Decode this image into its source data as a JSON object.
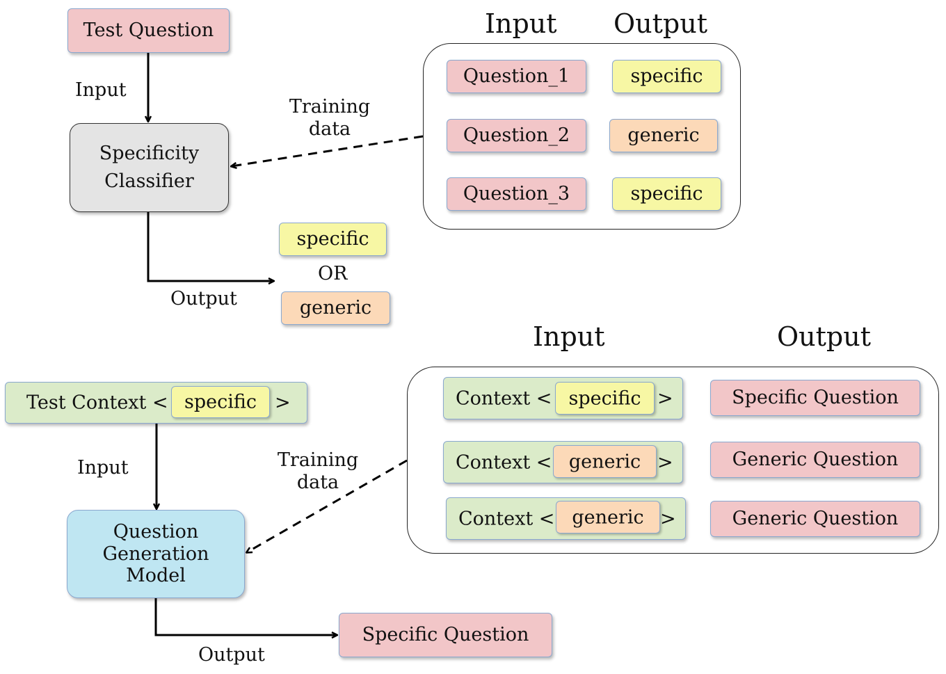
{
  "top": {
    "test_question": "Test Question",
    "input_label": "Input",
    "classifier_line1": "Specificity",
    "classifier_line2": "Classifier",
    "training_line1": "Training",
    "training_line2": "data",
    "output_label": "Output",
    "result_specific": "specific",
    "result_or": "OR",
    "result_generic": "generic",
    "panel": {
      "input_header": "Input",
      "output_header": "Output",
      "rows": [
        {
          "question": "Question_1",
          "label": "specific",
          "label_color": "#f7f7a4"
        },
        {
          "question": "Question_2",
          "label": "generic",
          "label_color": "#fcd9b8"
        },
        {
          "question": "Question_3",
          "label": "specific",
          "label_color": "#f7f7a4"
        }
      ]
    }
  },
  "bottom": {
    "test_context_prefix": "Test Context <",
    "test_context_tag": "specific",
    "test_context_suffix": ">",
    "input_label": "Input",
    "model_line1": "Question",
    "model_line2": "Generation",
    "model_line3": "Model",
    "training_line1": "Training",
    "training_line2": "data",
    "output_label": "Output",
    "result_question": "Specific Question",
    "panel": {
      "input_header": "Input",
      "output_header": "Output",
      "rows": [
        {
          "context_prefix": "Context <",
          "tag": "specific",
          "suffix": ">",
          "question": "Specific Question"
        },
        {
          "context_prefix": "Context <",
          "tag": "generic",
          "suffix": ">",
          "question": "Generic Question"
        },
        {
          "context_prefix": "Context <",
          "tag": "generic",
          "suffix": ">",
          "question": "Generic Question"
        }
      ]
    }
  },
  "colors": {
    "question_pink": "#f2c6c8",
    "specific_yellow": "#f7f7a4",
    "generic_peach": "#fcd9b8",
    "context_green": "#dbebc9",
    "classifier_gray": "#e4e4e4",
    "model_blue": "#bfe6f2"
  }
}
